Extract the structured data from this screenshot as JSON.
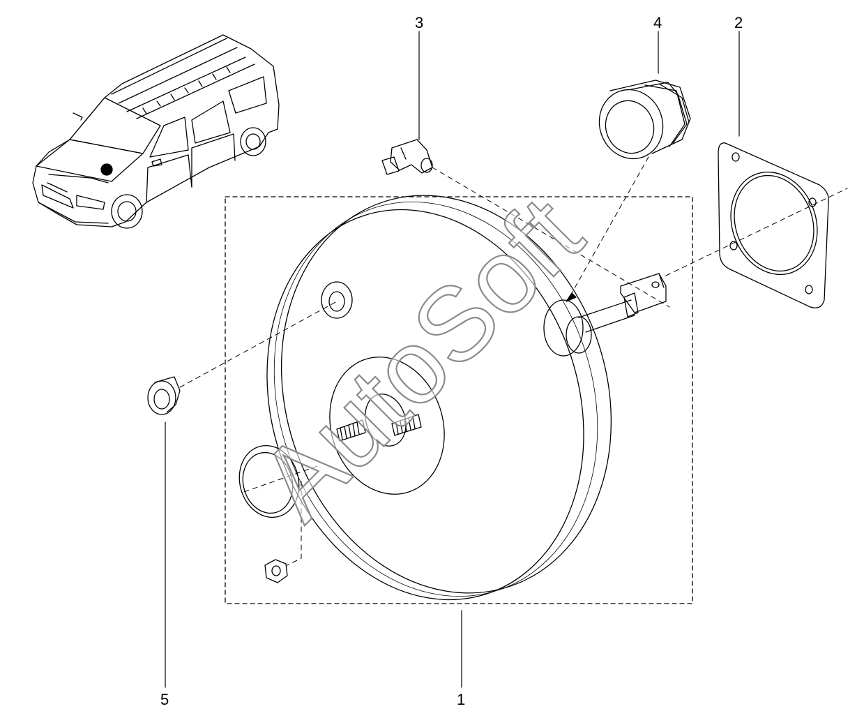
{
  "callouts": {
    "part_1": "1",
    "part_2": "2",
    "part_3": "3",
    "part_4": "4",
    "part_5": "5"
  },
  "watermark": {
    "text": "AutoSoft"
  },
  "colors": {
    "line": "#000000",
    "background": "#ffffff",
    "watermark_fill": "#ffffff",
    "watermark_stroke": "#8a8a8a",
    "corner_mark": "#2b3fd6"
  }
}
